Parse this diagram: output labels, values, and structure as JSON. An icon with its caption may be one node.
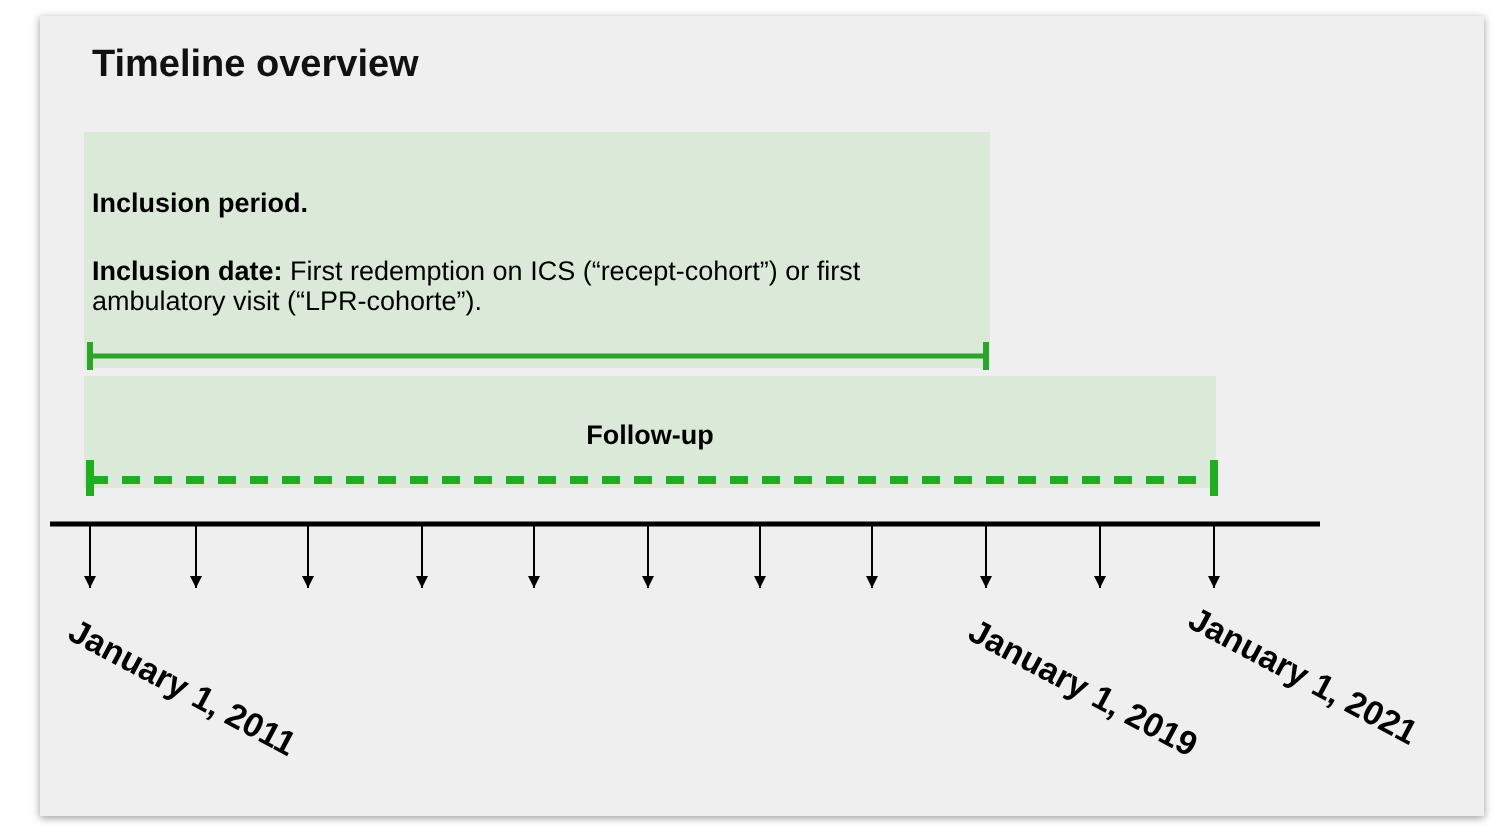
{
  "diagram": {
    "title": "Timeline overview",
    "nodes": [
      {
        "text": [
          "Inclusion period.",
          "**Inclusion date:** First redemption on ICS (“recept-cohort”) or first ambulatory visit (“LPR-cohorte”)."
        ]
      },
      {
        "text": [
          "Follow-up"
        ]
      }
    ],
    "edges": [],
    "labels": [
      "January 1, 2011",
      "January 1, 2019",
      "January 1, 2021"
    ]
  }
}
